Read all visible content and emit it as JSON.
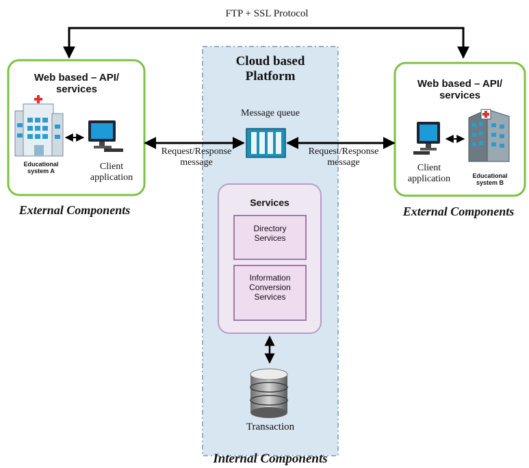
{
  "top_protocol": "FTP + SSL Protocol",
  "cloud": {
    "title_line1": "Cloud based",
    "title_line2": "Platform",
    "message_queue": "Message queue",
    "services": {
      "title": "Services",
      "directory_line1": "Directory",
      "directory_line2": "Services",
      "info_line1": "Information",
      "info_line2": "Conversion",
      "info_line3": "Services"
    },
    "transaction": "Transaction",
    "internal_label": "Internal Components"
  },
  "left": {
    "title_line1": "Web based – API/",
    "title_line2": "services",
    "system_line1": "Educational",
    "system_line2": "system A",
    "client_line1": "Client",
    "client_line2": "application",
    "external_label": "External Components"
  },
  "right": {
    "title_line1": "Web based – API/",
    "title_line2": "services",
    "system_line1": "Educational",
    "system_line2": "system B",
    "client_line1": "Client",
    "client_line2": "application",
    "external_label": "External Components"
  },
  "reqres_left_line1": "Request/Response",
  "reqres_left_line2": "message",
  "reqres_right_line1": "Request/Response",
  "reqres_right_line2": "message",
  "colors": {
    "green_border": "#7cc144",
    "cloud_fill": "#d8e6f1",
    "cloud_border": "#8fb0cc",
    "services_border": "#b89cc6",
    "service_box_fill": "#efdcef",
    "service_box_border": "#9d7aa8",
    "queue_fill": "#1f8fb5"
  }
}
